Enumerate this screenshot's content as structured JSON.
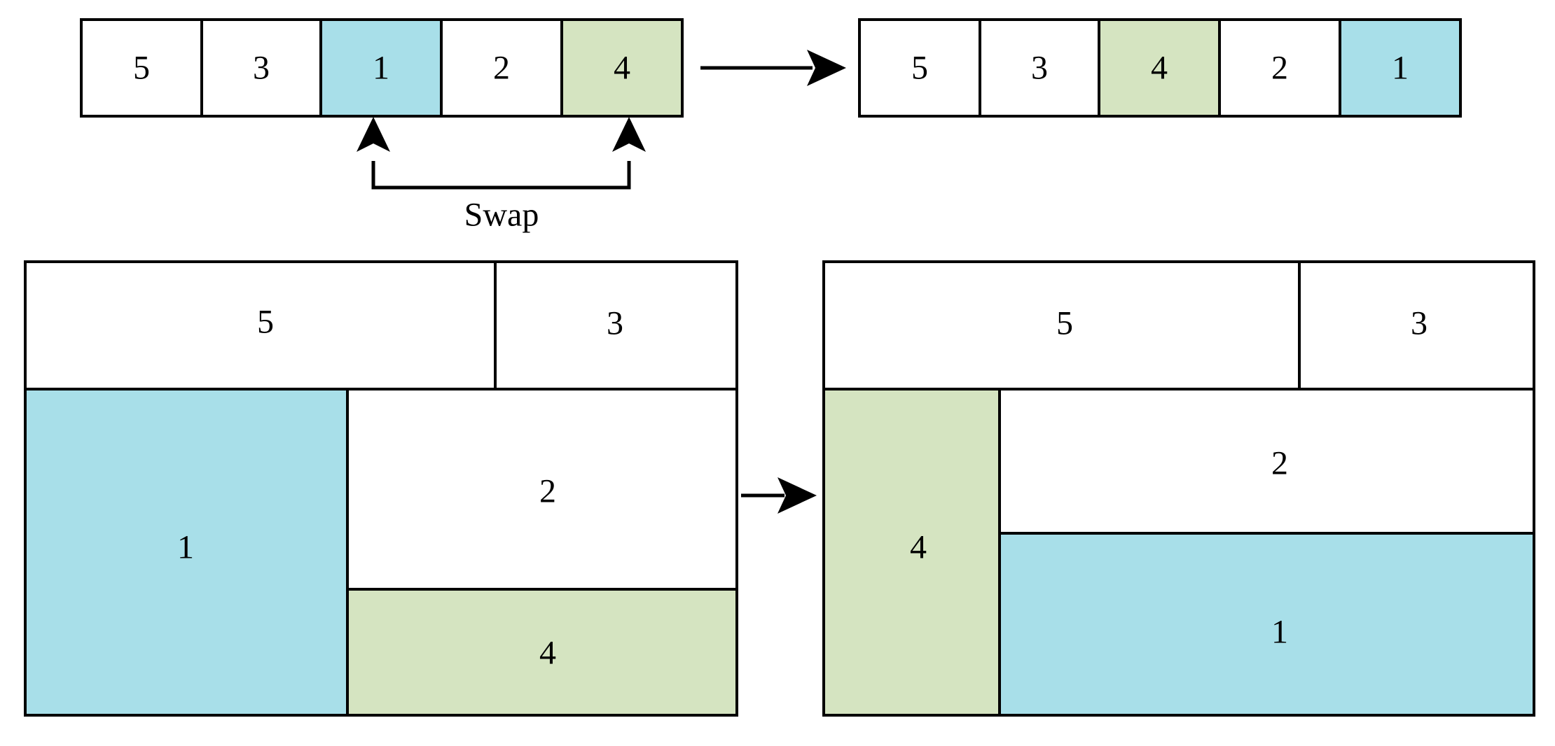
{
  "colors": {
    "blue": "#a8dfe9",
    "green": "#d5e4c1",
    "white": "#ffffff",
    "stroke": "#000000"
  },
  "sequence_before": [
    {
      "label": "5",
      "color": "white"
    },
    {
      "label": "3",
      "color": "white"
    },
    {
      "label": "1",
      "color": "blue"
    },
    {
      "label": "2",
      "color": "white"
    },
    {
      "label": "4",
      "color": "green"
    }
  ],
  "sequence_after": [
    {
      "label": "5",
      "color": "white"
    },
    {
      "label": "3",
      "color": "white"
    },
    {
      "label": "4",
      "color": "green"
    },
    {
      "label": "2",
      "color": "white"
    },
    {
      "label": "1",
      "color": "blue"
    }
  ],
  "swap_label": "Swap",
  "layout_before": {
    "blocks": [
      {
        "label": "5",
        "color": "white"
      },
      {
        "label": "3",
        "color": "white"
      },
      {
        "label": "1",
        "color": "blue"
      },
      {
        "label": "2",
        "color": "white"
      },
      {
        "label": "4",
        "color": "green"
      }
    ]
  },
  "layout_after": {
    "blocks": [
      {
        "label": "5",
        "color": "white"
      },
      {
        "label": "3",
        "color": "white"
      },
      {
        "label": "4",
        "color": "green"
      },
      {
        "label": "2",
        "color": "white"
      },
      {
        "label": "1",
        "color": "blue"
      }
    ]
  }
}
